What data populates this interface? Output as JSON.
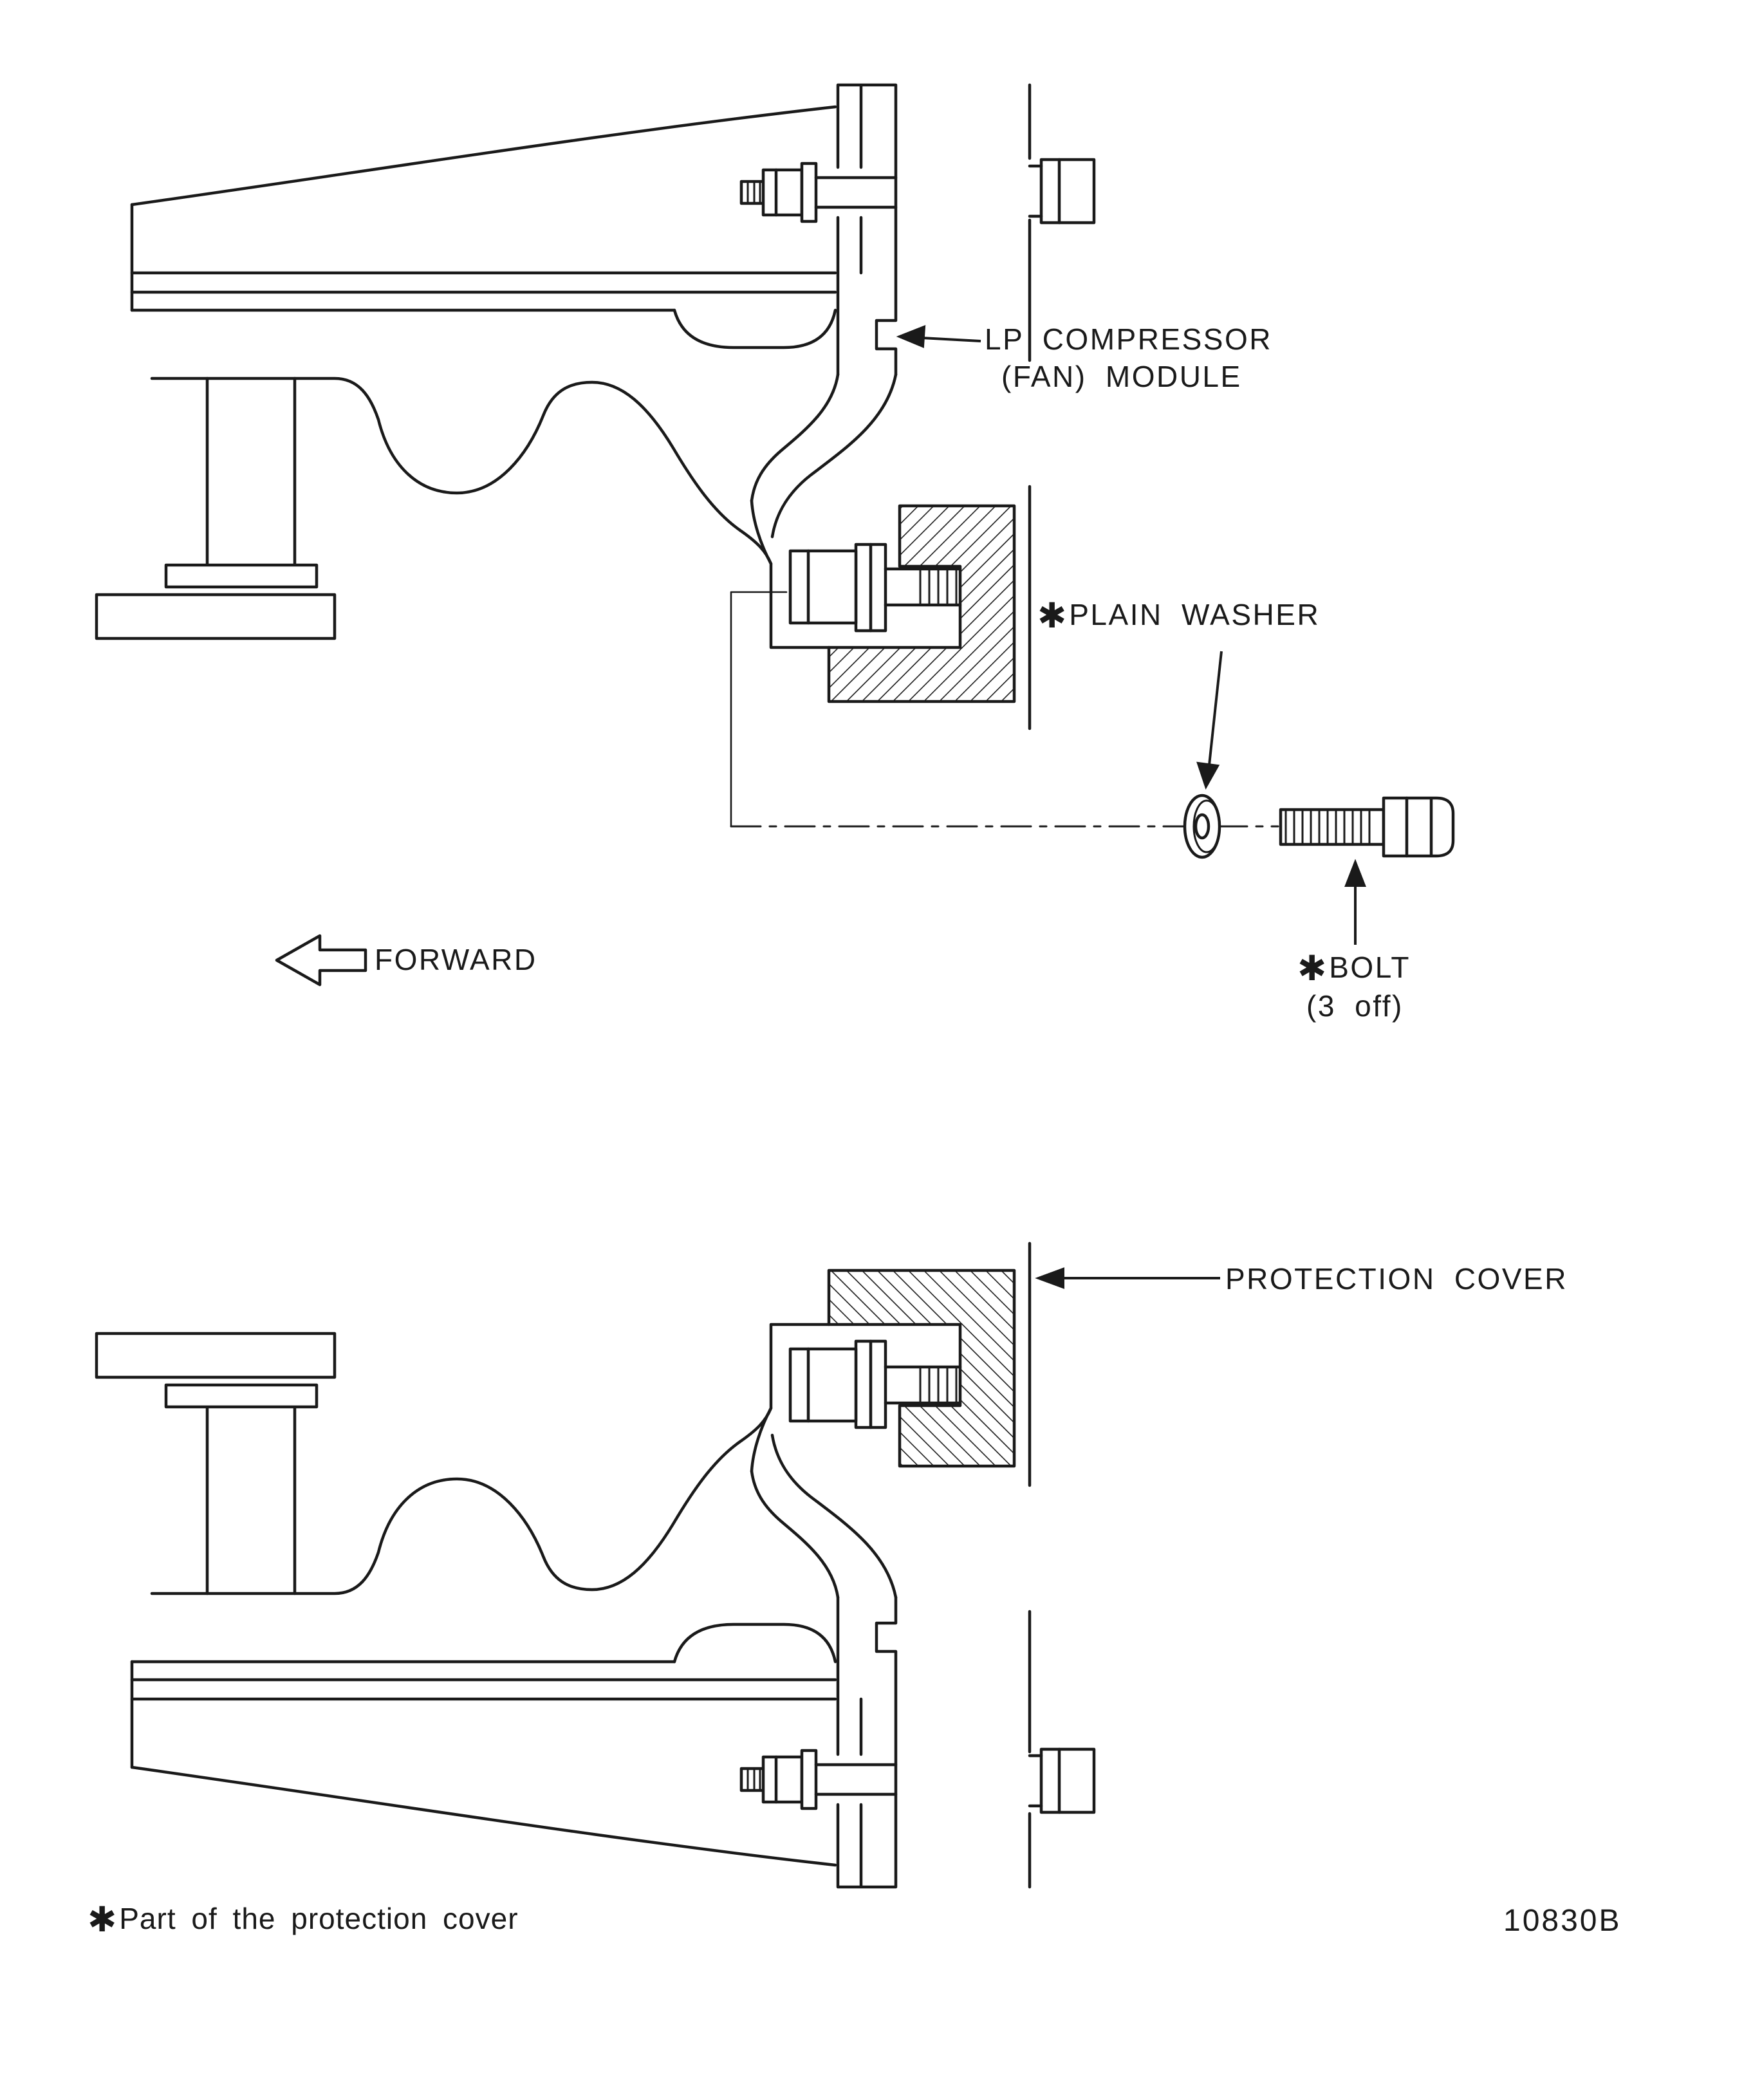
{
  "symbols": {
    "asterisk": "✱"
  },
  "labels": {
    "lp_module": {
      "line1": "LP COMPRESSOR",
      "line2": "(FAN) MODULE"
    },
    "plain_washer": {
      "text": "PLAIN WASHER"
    },
    "forward": {
      "text": "FORWARD"
    },
    "bolt": {
      "text": "BOLT",
      "qty": "(3 off)"
    },
    "protection_cover": {
      "text": "PROTECTION COVER"
    }
  },
  "footnote": {
    "text": "Part of the protection cover"
  },
  "figure_ref": "10830B",
  "colors": {
    "ink": "#1a1a1a",
    "paper": "#ffffff"
  }
}
